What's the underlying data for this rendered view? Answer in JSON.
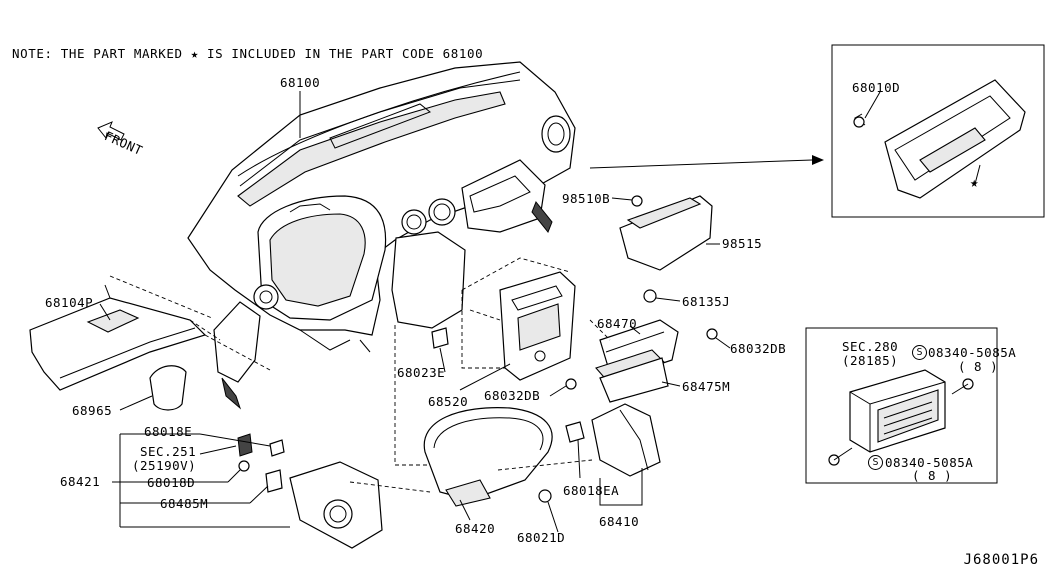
{
  "note": {
    "text": "NOTE: THE PART MARKED ★ IS INCLUDED IN THE PART CODE 68100"
  },
  "front_label": "FRONT",
  "diagram_code": "J68001P6",
  "parts": {
    "p68100": "68100",
    "p68104P": "68104P",
    "p68965": "68965",
    "p68010D": "68010D",
    "p98510B": "98510B",
    "p98515": "98515",
    "p68135J": "68135J",
    "p68470": "68470",
    "p68032DB_right": "68032DB",
    "p68475M": "68475M",
    "p68023E": "68023E",
    "p68520": "68520",
    "p68032DB_center": "68032DB",
    "p68018E": "68018E",
    "sec251": "SEC.251",
    "sec251_sub": "(25190V)",
    "p68018D": "68018D",
    "p68421": "68421",
    "p68485M": "68485M",
    "p68420": "68420",
    "p68021D": "68021D",
    "p68018EA": "68018EA",
    "p68410": "68410",
    "sec280": "SEC.280",
    "sec280_sub": "(28185)",
    "screw_top": "08340-5085A",
    "screw_top_qty": "( 8 )",
    "screw_bottom": "08340-5085A",
    "screw_bottom_qty": "( 8 )",
    "s_symbol": "S",
    "star": "★"
  }
}
